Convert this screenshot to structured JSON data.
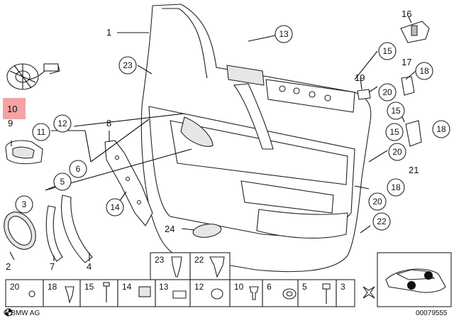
{
  "colors": {
    "line": "#111111",
    "highlight": "#f5a3a3",
    "background": "#ffffff"
  },
  "callouts": {
    "c1": "1",
    "c2": "2",
    "c3": "3",
    "c4": "4",
    "c5": "5",
    "c6": "6",
    "c7": "7",
    "c8": "8",
    "c9": "9",
    "c10": "10",
    "c11": "11",
    "c12": "12",
    "c13": "13",
    "c14": "14",
    "c15a": "15",
    "c15b": "15",
    "c15c": "15",
    "c16": "16",
    "c17": "17",
    "c18a": "18",
    "c18b": "18",
    "c19": "19",
    "c20a": "20",
    "c20b": "20",
    "c20c": "20",
    "c21": "21",
    "c22": "22",
    "c23": "23",
    "c24": "24"
  },
  "parts_row": {
    "top_labels": [
      "23",
      "22"
    ],
    "bottom_labels": [
      "20",
      "18",
      "15",
      "14",
      "13",
      "12",
      "10",
      "6",
      "5",
      "3"
    ]
  },
  "footer": {
    "brand": "© BMW AG",
    "code": "00079555"
  },
  "icons": [
    "bmw-logo-icon",
    "car-silhouette-icon"
  ]
}
